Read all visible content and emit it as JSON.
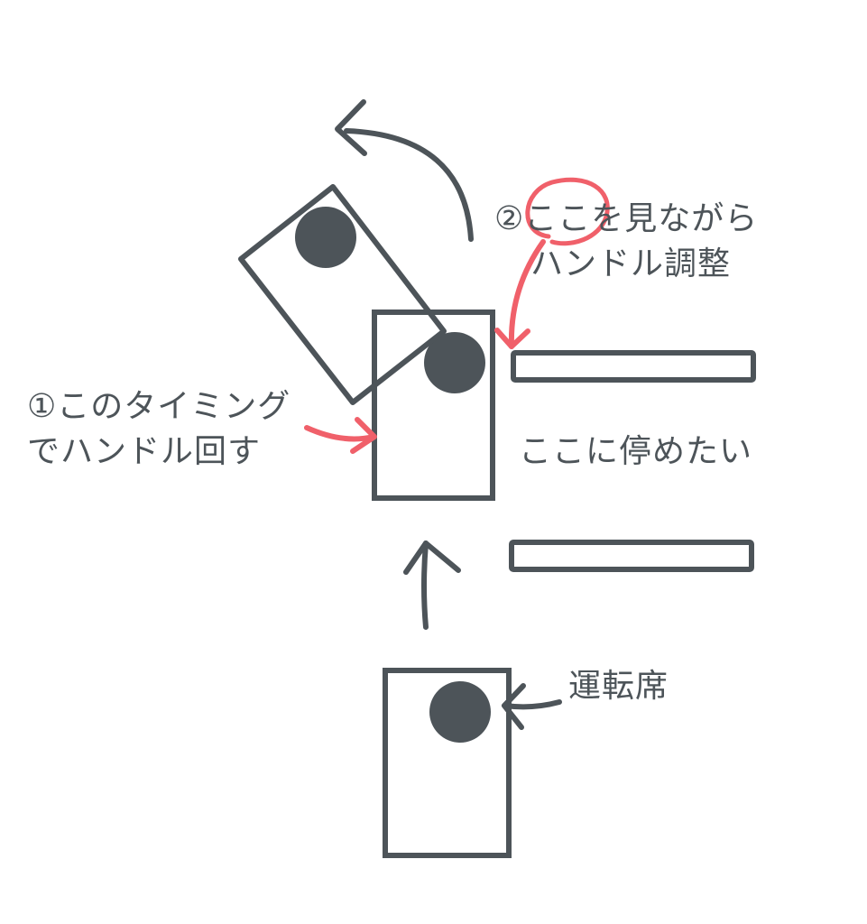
{
  "colors": {
    "ink": "#4d5459",
    "highlight": "#f0606a",
    "background": "#ffffff"
  },
  "annotations": {
    "timing_note": {
      "line1": "①このタイミング",
      "line2": "でハンドル回す"
    },
    "watch_note": {
      "line1": "②ここを見ながら",
      "line2": "ハンドル調整"
    },
    "parking_spot_label": "ここに停めたい",
    "driver_seat_label": "運転席"
  }
}
